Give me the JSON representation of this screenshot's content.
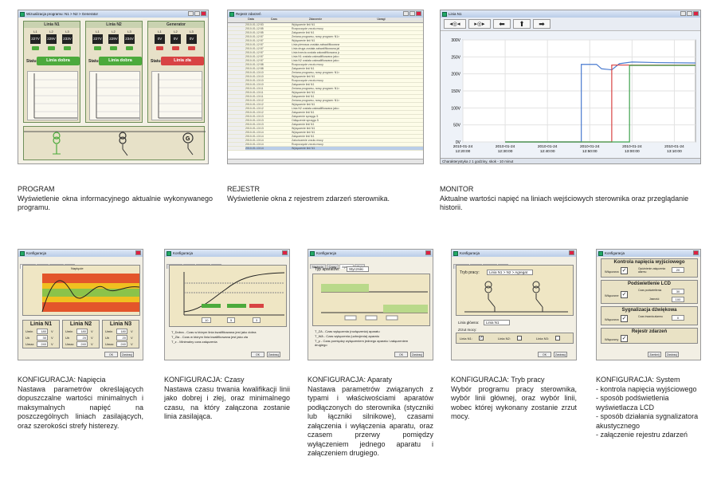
{
  "program": {
    "window_title": "Wizualizacja programu: N1 > N2 > Generator",
    "panels": [
      {
        "title": "Linia N1",
        "lines": [
          "L1",
          "L2",
          "L3"
        ],
        "values": [
          "227V",
          "229V",
          "233V"
        ],
        "status_label": "Status:",
        "status": "Linia dobra",
        "status_color": "#4caa3c"
      },
      {
        "title": "Linia N2",
        "lines": [
          "L1",
          "L2",
          "L3"
        ],
        "values": [
          "227V",
          "229V",
          "234V"
        ],
        "status_label": "Status:",
        "status": "Linia dobra",
        "status_color": "#4caa3c"
      },
      {
        "title": "Generator",
        "lines": [
          "L1",
          "L2",
          "L3"
        ],
        "values": [
          "0V",
          "0V",
          "0V"
        ],
        "status_label": "Status:",
        "status": "Linia zła",
        "status_color": "#d84343"
      }
    ],
    "caption_title": "PROGRAM",
    "caption_text": "Wyświetlenie okna informacyjnego aktualnie wykonywanego programu."
  },
  "rejestr": {
    "window_title": "Rejestr zdarzeń",
    "columns": [
      "Data",
      "Czas",
      "Zdarzenie",
      "Uwagi"
    ],
    "rows": [
      [
        "2010-01-24",
        "12:53",
        "Wyłączenie linii N1"
      ],
      [
        "2010-01-24",
        "12:55",
        "Rozpoczęcie zrzutu mocy"
      ],
      [
        "2010-01-24",
        "12:55",
        "Załączenie linii N1"
      ],
      [
        "2010-01-24",
        "12:57",
        "Zmiana programu, nowy program: N1>N2>G"
      ],
      [
        "2010-01-24",
        "12:57",
        "Wyłączenie linii N1"
      ],
      [
        "2010-01-24",
        "12:57",
        "Linia pierwsza została zakwalifikowana jako zła"
      ],
      [
        "2010-01-24",
        "12:57",
        "Linia druga została zakwalifikowana jako zła"
      ],
      [
        "2010-01-24",
        "12:57",
        "Linia trzecia została zakwalifikowana jako dobra"
      ],
      [
        "2010-01-24",
        "12:57",
        "Linia N1 została zakwalifikowana jako dobra"
      ],
      [
        "2010-01-24",
        "12:57",
        "Linia N2 została zakwalifikowana jako dobra"
      ],
      [
        "2010-01-24",
        "12:58",
        "Rozpoczęcie zrzutu mocy"
      ],
      [
        "2010-01-24",
        "12:58",
        "Załączenie linii N1"
      ],
      [
        "2010-01-24",
        "13:10",
        "Zmiana programu, nowy program: N1>N2"
      ],
      [
        "2010-01-24",
        "13:10",
        "Wyłączenie linii N1"
      ],
      [
        "2010-01-24",
        "13:10",
        "Rozpoczęcie zrzutu mocy"
      ],
      [
        "2010-01-24",
        "13:10",
        "Załączenie linii N1"
      ],
      [
        "2010-01-24",
        "13:11",
        "Zmiana programu, nowy program: N1>G"
      ],
      [
        "2010-01-24",
        "13:11",
        "Wyłączenie linii N1"
      ],
      [
        "2010-01-24",
        "13:11",
        "Załączenie linii N1"
      ],
      [
        "2010-01-24",
        "13:12",
        "Zmiana programu, nowy program: N1>G>N2"
      ],
      [
        "2010-01-24",
        "13:12",
        "Wyłączenie linii N1"
      ],
      [
        "2010-01-24",
        "13:12",
        "Linia N2 została zakwalifikowana jako dobra"
      ],
      [
        "2010-01-24",
        "13:12",
        "Załączenie linii N1"
      ],
      [
        "2010-01-24",
        "13:13",
        "Załączenie sprzęgu 5"
      ],
      [
        "2010-01-24",
        "13:13",
        "Odłączenie sprzęgu 5"
      ],
      [
        "2010-01-24",
        "13:13",
        "Załączenie linii N1"
      ],
      [
        "2010-01-24",
        "13:13",
        "Wyłączenie linii N1"
      ],
      [
        "2010-01-24",
        "13:14",
        "Wyłączenie linii N1"
      ],
      [
        "2010-01-24",
        "13:14",
        "Załączenie linii N1"
      ],
      [
        "2010-01-24",
        "13:14",
        "Zakończenie zrzutu mocy"
      ],
      [
        "2010-01-24",
        "13:14",
        "Rozpoczęcie zrzutu mocy"
      ],
      [
        "2010-01-24",
        "13:14",
        "Wyłączenie linii N1"
      ]
    ],
    "caption_title": "REJESTR",
    "caption_text": "Wyświetlenie okna z rejestrem zdarzeń sterownika."
  },
  "monitor": {
    "window_title": "Linia N1",
    "status_bar": "Charakterystyka z 1 godziny, skok - 10 minut",
    "caption_title": "MONITOR",
    "caption_text": "Aktualne wartości napięć na liniach wejściowych sterownika oraz przeglądanie historii.",
    "chart_data": {
      "type": "line",
      "y_ticks": [
        "300V",
        "250V",
        "200V",
        "150V",
        "100V",
        "50V",
        "0V"
      ],
      "ylim": [
        0,
        300
      ],
      "x_ticks": [
        {
          "date": "2010-01-24",
          "time": "12:20:00"
        },
        {
          "date": "2010-01-24",
          "time": "12:30:00"
        },
        {
          "date": "2010-01-24",
          "time": "12:40:00"
        },
        {
          "date": "2010-01-24",
          "time": "12:50:00"
        },
        {
          "date": "2010-01-24",
          "time": "13:00:00"
        },
        {
          "date": "2010-01-24",
          "time": "13:10:00"
        }
      ],
      "series": [
        {
          "color": "#4a7bd0",
          "x": [
            12.5,
            12.8,
            12.8,
            12.86,
            12.88,
            12.92,
            12.95,
            13.0,
            13.1,
            13.25
          ],
          "y": [
            0,
            0,
            228,
            228,
            215,
            212,
            230,
            235,
            233,
            232
          ]
        },
        {
          "color": "#d84343",
          "x": [
            12.5,
            12.92,
            12.92,
            13.25
          ],
          "y": [
            0,
            0,
            226,
            226
          ]
        },
        {
          "color": "#3fa34d",
          "x": [
            12.5,
            12.99,
            12.99,
            13.25
          ],
          "y": [
            0,
            0,
            225,
            225
          ]
        }
      ]
    }
  },
  "napiecia": {
    "window_title": "Konfiguracja",
    "tabs": [
      "Napięcia",
      "Czasy",
      "Aparaty",
      "Tryb"
    ],
    "chart_title": "Napięcie",
    "lines": [
      {
        "name": "Linia N1",
        "umin": "180",
        "uh": "30",
        "umax": "240"
      },
      {
        "name": "Linia N2",
        "umin": "180",
        "uh": "20",
        "umax": "240"
      },
      {
        "name": "Linia N3",
        "umin": "180",
        "uh": "20",
        "umax": "240"
      }
    ],
    "unit": "V",
    "ok": "OK",
    "apply": "Zastosuj",
    "caption_title": "KONFIGURACJA: Napięcia",
    "caption_text": "Nastawa parametrów określających dopuszczalne wartości minimalnych i maksymalnych napięć na poszczególnych liniach zasilających, oraz szerokości strefy histerezy."
  },
  "czasy": {
    "window_title": "Konfiguracja",
    "tabs": [
      "Napięcia",
      "Czasy",
      "Aparaty",
      "Tryb"
    ],
    "legend": [
      "T_Dobra - Czas w którym linia kwalifikowana jest jako dobra",
      "T_Zła - Czas w którym linia kwalifikowana jest jako zła",
      "T_z - Minimalny czas załączenia"
    ],
    "values": [
      "10",
      "5",
      "3"
    ],
    "ok": "OK",
    "apply": "Zastosuj",
    "caption_title": "KONFIGURACJA: Czasy",
    "caption_text": "Nastawa czasu trwania kwalifikacji linii jako dobrej i złej, oraz minimalnego czasu, na który załączona zostanie linia zasilająca."
  },
  "aparaty": {
    "window_title": "Konfiguracja",
    "tabs": [
      "Napięcia",
      "Czasy",
      "Aparaty",
      "Tryb"
    ],
    "type_label": "Typ aparatów:",
    "type_value": "Styczniki",
    "legend": [
      "T_ZA - Czas wyłączenia (rozłączenia) aparatu",
      "T_WA - Czas wyłączenia (uzbrojenia) aparatu",
      "T_p - Czas pomiędzy wyłączeniem jednego aparatu i załączeniem drugiego"
    ],
    "ok": "OK",
    "apply": "Zastosuj",
    "caption_title": "KONFIGURACJA: Aparaty",
    "caption_text": "Nastawa parametrów związanych z typami i właściwościami aparatów podłączonych do sterownika (styczniki lub łączniki silnikowe), czasami załączenia i wyłączenia aparatu, oraz czasem przerwy pomiędzy wyłączeniem jednego aparatu i załączeniem drugiego."
  },
  "tryb": {
    "window_title": "Konfiguracja",
    "tabs": [
      "Napięcia",
      "Czasy",
      "Aparaty",
      "Tryb"
    ],
    "mode_label": "Tryb pracy:",
    "mode_value": "Linia N1 > N2 > Agregat",
    "main_label": "Linia główna:",
    "main_value": "Linia N1",
    "shed_label": "Zrzut mocy:",
    "shed_items": [
      "Linia N1:",
      "Linia N2:",
      "Linia N3:"
    ],
    "ok": "OK",
    "apply": "Zastosuj",
    "caption_title": "KONFIGURACJA: Tryb pracy",
    "caption_text": "Wybór programu pracy sterownika, wybór linii głównej, oraz wybór linii, wobec której wykonany zostanie zrzut mocy."
  },
  "system": {
    "window_title": "Konfiguracja",
    "sections": [
      {
        "title": "Kontrola napięcia wyjściowego",
        "enable": "Włączona",
        "param": "Opóźnienie załączenia alarmu",
        "value": "20"
      },
      {
        "title": "Podświetlenie LCD",
        "enable": "Włączone",
        "param": "Czas podświetlenia",
        "value": "30",
        "param2": "Jasność",
        "value2": "100"
      },
      {
        "title": "Sygnalizacja dźwiękowa",
        "enable": "Włączona",
        "param": "Czas trwania alarmu",
        "value": "0"
      },
      {
        "title": "Rejestr zdarzeń",
        "enable": "Włączony"
      }
    ],
    "ok": "Zamknij",
    "apply": "Zastosuj",
    "caption_title": "KONFIGURACJA: System",
    "caption_lines": [
      "- kontrola napięcia wyjściowego",
      "- sposób podświetlenia wyświetlacza LCD",
      "- sposób działania sygnalizatora akustycznego",
      "- załączenie rejestru zdarzeń"
    ]
  }
}
